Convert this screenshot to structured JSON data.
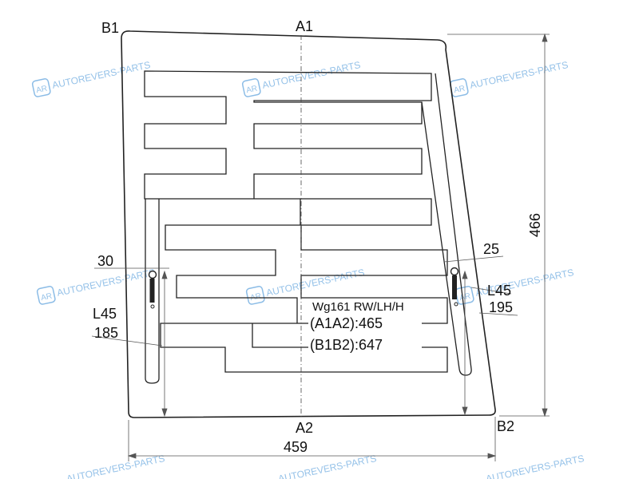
{
  "corners": {
    "b1": "B1",
    "a1": "A1",
    "a2": "A2",
    "b2": "B2"
  },
  "dimensions": {
    "height": "466",
    "width": "459",
    "left_offset": "30",
    "right_offset": "25",
    "left_angle": "L45",
    "left_length": "185",
    "right_angle": "L45",
    "right_length": "195"
  },
  "info": {
    "model": "Wg161 RW/LH/H",
    "a1a2": "(A1A2):465",
    "b1b2": "(B1B2):647"
  },
  "watermark": {
    "text": "AUTOREVERS-PARTS",
    "logo": "AR"
  },
  "colors": {
    "line": "#222222",
    "watermark": "#3d8fd6"
  }
}
